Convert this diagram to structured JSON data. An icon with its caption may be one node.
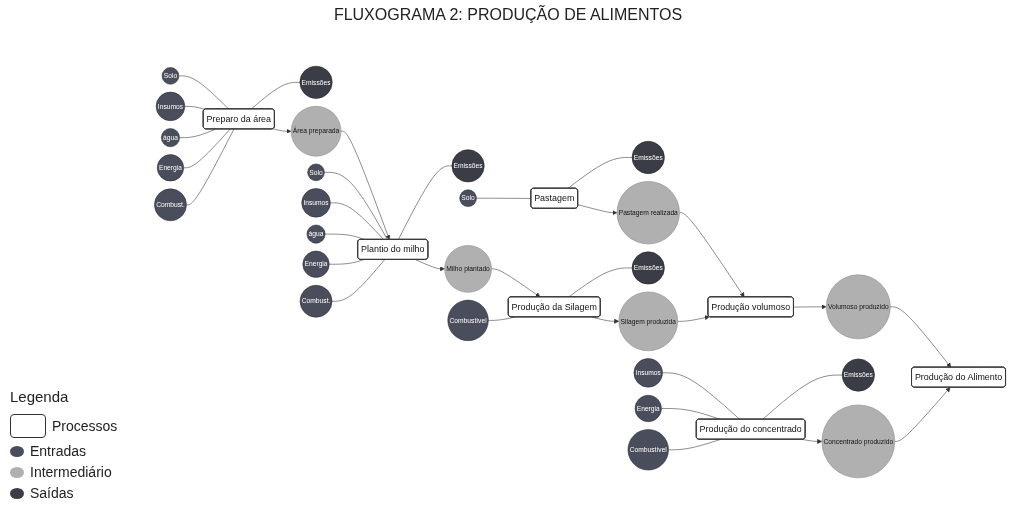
{
  "diagram": {
    "title": "FLUXOGRAMA 2: PRODUÇÃO DE ALIMENTOS",
    "nodes": [
      {
        "text": [
          "Solo"
        ]
      },
      {
        "text": [
          "Insumos"
        ]
      },
      {
        "text": [
          "água"
        ]
      },
      {
        "text": [
          "Energia"
        ]
      },
      {
        "text": [
          "Combust."
        ]
      },
      {
        "text": [
          "Preparo da área"
        ]
      },
      {
        "text": [
          "Emissões"
        ]
      },
      {
        "text": [
          "Área preparada"
        ]
      },
      {
        "text": [
          "Solo"
        ]
      },
      {
        "text": [
          "Insumos"
        ]
      },
      {
        "text": [
          "água"
        ]
      },
      {
        "text": [
          "Energia"
        ]
      },
      {
        "text": [
          "Combust."
        ]
      },
      {
        "text": [
          "Plantio do milho"
        ]
      },
      {
        "text": [
          "Emissões"
        ]
      },
      {
        "text": [
          "Milho plantado"
        ]
      },
      {
        "text": [
          "Solo"
        ]
      },
      {
        "text": [
          "Pastagem"
        ]
      },
      {
        "text": [
          "Emissões"
        ]
      },
      {
        "text": [
          "Pastagem realizada"
        ]
      },
      {
        "text": [
          "Combustível"
        ]
      },
      {
        "text": [
          "Produção da Silagem"
        ]
      },
      {
        "text": [
          "Emissões"
        ]
      },
      {
        "text": [
          "Silagem produzida"
        ]
      },
      {
        "text": [
          "Produção volumoso"
        ]
      },
      {
        "text": [
          "Volumoso produzido"
        ]
      },
      {
        "text": [
          "Insumos"
        ]
      },
      {
        "text": [
          "Energia"
        ]
      },
      {
        "text": [
          "Combustível"
        ]
      },
      {
        "text": [
          "Produção do concentrado"
        ]
      },
      {
        "text": [
          "Emissões"
        ]
      },
      {
        "text": [
          "Concentrado produzido"
        ]
      },
      {
        "text": [
          "Produção do Alimento"
        ]
      }
    ],
    "edges": [
      {
        "from": 0,
        "to": 5,
        "arrow": "none"
      },
      {
        "from": 1,
        "to": 5,
        "arrow": "none"
      },
      {
        "from": 2,
        "to": 5,
        "arrow": "none"
      },
      {
        "from": 3,
        "to": 5,
        "arrow": "none"
      },
      {
        "from": 4,
        "to": 5,
        "arrow": "none"
      },
      {
        "from": 5,
        "to": 6,
        "arrow": "none"
      },
      {
        "from": 5,
        "to": 7,
        "arrow": "to"
      },
      {
        "from": 7,
        "to": 13,
        "arrow": "to"
      },
      {
        "from": 8,
        "to": 13,
        "arrow": "none"
      },
      {
        "from": 9,
        "to": 13,
        "arrow": "none"
      },
      {
        "from": 10,
        "to": 13,
        "arrow": "none"
      },
      {
        "from": 11,
        "to": 13,
        "arrow": "none"
      },
      {
        "from": 12,
        "to": 13,
        "arrow": "none"
      },
      {
        "from": 13,
        "to": 14,
        "arrow": "none"
      },
      {
        "from": 13,
        "to": 15,
        "arrow": "to"
      },
      {
        "from": 15,
        "to": 21,
        "arrow": "to"
      },
      {
        "from": 16,
        "to": 17,
        "arrow": "none"
      },
      {
        "from": 17,
        "to": 18,
        "arrow": "none"
      },
      {
        "from": 17,
        "to": 19,
        "arrow": "to"
      },
      {
        "from": 20,
        "to": 21,
        "arrow": "none"
      },
      {
        "from": 21,
        "to": 22,
        "arrow": "none"
      },
      {
        "from": 21,
        "to": 23,
        "arrow": "to"
      },
      {
        "from": 19,
        "to": 24,
        "arrow": "to"
      },
      {
        "from": 23,
        "to": 24,
        "arrow": "to"
      },
      {
        "from": 24,
        "to": 25,
        "arrow": "to"
      },
      {
        "from": 26,
        "to": 29,
        "arrow": "none"
      },
      {
        "from": 27,
        "to": 29,
        "arrow": "none"
      },
      {
        "from": 28,
        "to": 29,
        "arrow": "none"
      },
      {
        "from": 29,
        "to": 30,
        "arrow": "none"
      },
      {
        "from": 29,
        "to": 31,
        "arrow": "to"
      },
      {
        "from": 25,
        "to": 32,
        "arrow": "to"
      },
      {
        "from": 31,
        "to": 32,
        "arrow": "to"
      }
    ],
    "labels": [
      "Legenda"
    ],
    "legend": [
      {
        "text": "Processos"
      },
      {
        "text": "Entradas",
        "color": "#4a4e5c"
      },
      {
        "text": "Intermediário",
        "color": "#b0b0b0"
      },
      {
        "text": "Saídas",
        "color": "#3a3d46"
      }
    ]
  }
}
